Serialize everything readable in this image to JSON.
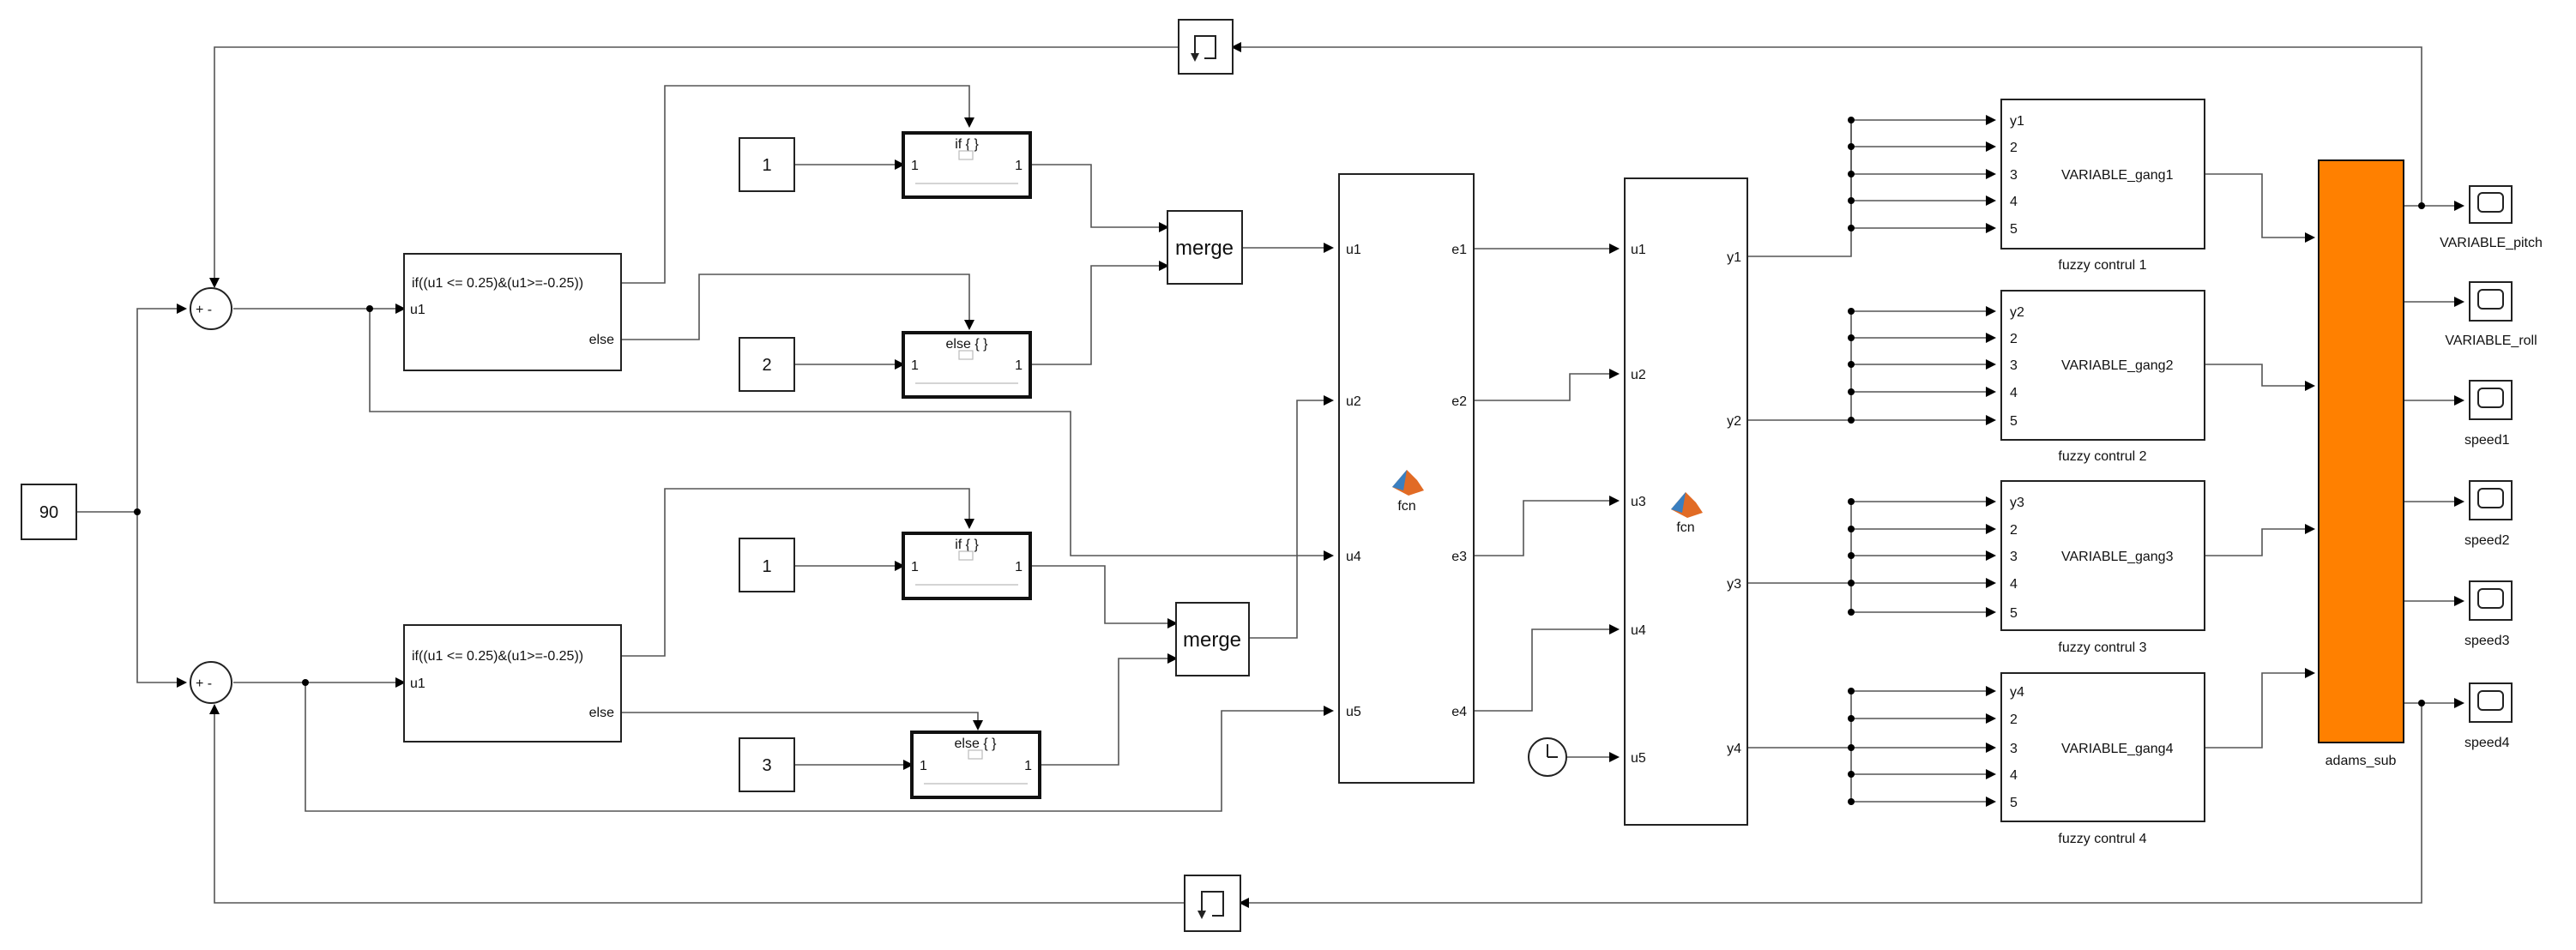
{
  "constant_main": "90",
  "sum_top_signs": "+ -",
  "sum_bottom_signs": "+ -",
  "delay_top_icon": "unit-delay-icon",
  "delay_bottom_icon": "unit-delay-icon",
  "if_top": {
    "condition": "if((u1 <= 0.25)&(u1>=-0.25))",
    "input": "u1",
    "else": "else"
  },
  "if_bottom": {
    "condition": "if((u1 <= 0.25)&(u1>=-0.25))",
    "input": "u1",
    "else": "else"
  },
  "const_1a": "1",
  "const_2": "2",
  "const_1b": "1",
  "const_3": "3",
  "ifact_top": {
    "title": "if { }",
    "in": "1",
    "out": "1"
  },
  "elseact_top": {
    "title": "else { }",
    "in": "1",
    "out": "1"
  },
  "ifact_bot": {
    "title": "if { }",
    "in": "1",
    "out": "1"
  },
  "elseact_bot": {
    "title": "else { }",
    "in": "1",
    "out": "1"
  },
  "merge_top": "merge",
  "merge_bot": "merge",
  "fcn1": {
    "name": "fcn",
    "inputs": [
      "u1",
      "u2",
      "u4",
      "u5"
    ],
    "outputs": [
      "e1",
      "e2",
      "e3",
      "e4"
    ]
  },
  "fcn2": {
    "name": "fcn",
    "inputs": [
      "u1",
      "u2",
      "u3",
      "u4",
      "u5"
    ],
    "outputs": [
      "y1",
      "y2",
      "y3",
      "y4"
    ]
  },
  "clock_icon": "clock-icon",
  "fuzzy": [
    {
      "ports": [
        "y1",
        "2",
        "3",
        "4",
        "5"
      ],
      "name": "VARIABLE_gang1",
      "caption": "fuzzy contrul 1"
    },
    {
      "ports": [
        "y2",
        "2",
        "3",
        "4",
        "5"
      ],
      "name": "VARIABLE_gang2",
      "caption": "fuzzy contrul 2"
    },
    {
      "ports": [
        "y3",
        "2",
        "3",
        "4",
        "5"
      ],
      "name": "VARIABLE_gang3",
      "caption": "fuzzy contrul 3"
    },
    {
      "ports": [
        "y4",
        "2",
        "3",
        "4",
        "5"
      ],
      "name": "VARIABLE_gang4",
      "caption": "fuzzy contrul 4"
    }
  ],
  "adams": {
    "caption": "adams_sub",
    "color": "#ff8000"
  },
  "scopes": [
    "VARIABLE_pitch",
    "VARIABLE_roll",
    "speed1",
    "speed2",
    "speed3",
    "speed4"
  ],
  "matlab_icon": "matlab-logo-icon"
}
